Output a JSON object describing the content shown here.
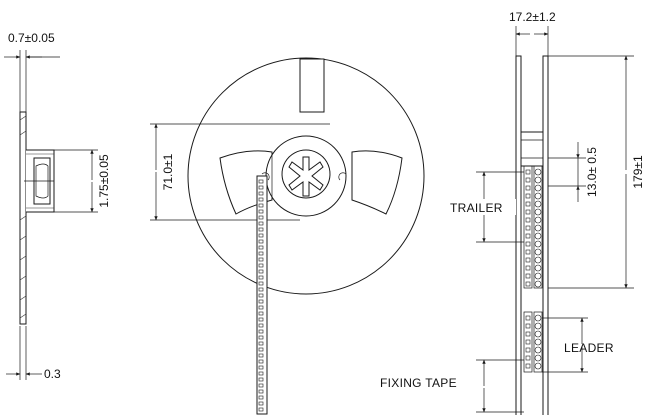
{
  "dimensions": {
    "tape_thickness": "0.7±0.05",
    "pocket_depth": "1.75±0.05",
    "bottom_thickness": "0.3",
    "hub_diameter": "71.0±1",
    "reel_width": "17.2±1.2",
    "arbor_hole": "13.0± 0.5",
    "reel_diameter": "179±1"
  },
  "labels": {
    "trailer": "TRAILER",
    "leader": "LEADER",
    "fixing_tape": "FIXING TAPE"
  }
}
